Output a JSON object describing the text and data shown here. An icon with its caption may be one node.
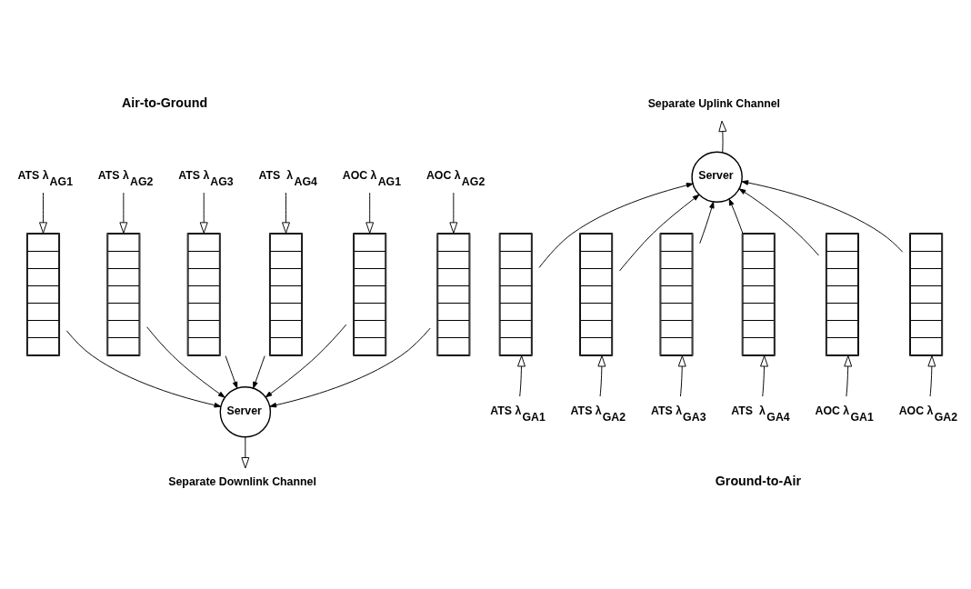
{
  "diagram": {
    "nodes": [
      {
        "text": [
          "ATS λ$_{AG1}$"
        ]
      },
      {
        "text": [
          "ATS λ$_{AG2}$"
        ]
      },
      {
        "text": [
          "ATS λ$_{AG3}$"
        ]
      },
      {
        "text": [
          "ATS  λ$_{AG4}$"
        ]
      },
      {
        "text": [
          "AOC λ$_{AG1}$"
        ]
      },
      {
        "text": [
          "AOC λ$_{AG2}$"
        ]
      },
      {
        "text": [],
        "shape": "box"
      },
      {
        "text": [],
        "shape": "box"
      },
      {
        "text": [],
        "shape": "box"
      },
      {
        "text": [],
        "shape": "box"
      },
      {
        "text": [],
        "shape": "box"
      },
      {
        "text": [],
        "shape": "box"
      },
      {
        "text": [
          "Server"
        ]
      },
      {
        "text": [
          "Separate Downlink Channel"
        ]
      },
      {
        "text": [
          "Separate Uplink Channel"
        ]
      },
      {
        "text": [
          "Server"
        ]
      },
      {
        "text": [],
        "shape": "box"
      },
      {
        "text": [],
        "shape": "box"
      },
      {
        "text": [],
        "shape": "box"
      },
      {
        "text": [],
        "shape": "box"
      },
      {
        "text": [],
        "shape": "box"
      },
      {
        "text": [],
        "shape": "box"
      },
      {
        "text": [
          "ATS λ$_{GA1}$"
        ]
      },
      {
        "text": [
          "ATS λ$_{GA2}$"
        ]
      },
      {
        "text": [
          "ATS λ$_{GA3}$"
        ]
      },
      {
        "text": [
          "ATS  λ$_{GA4}$"
        ]
      },
      {
        "text": [
          "AOC λ$_{GA1}$"
        ]
      },
      {
        "text": [
          "AOC λ$_{GA2}$"
        ]
      }
    ],
    "edges": [
      {
        "from": 0,
        "to": 6,
        "arrow": "to"
      },
      {
        "from": 1,
        "to": 7,
        "arrow": "to"
      },
      {
        "from": 2,
        "to": 8,
        "arrow": "to"
      },
      {
        "from": 3,
        "to": 9,
        "arrow": "to"
      },
      {
        "from": 4,
        "to": 10,
        "arrow": "to"
      },
      {
        "from": 5,
        "to": 11,
        "arrow": "to"
      },
      {
        "from": 6,
        "to": 12,
        "arrow": "to"
      },
      {
        "from": 7,
        "to": 12,
        "arrow": "to"
      },
      {
        "from": 8,
        "to": 12,
        "arrow": "to"
      },
      {
        "from": 9,
        "to": 12,
        "arrow": "to"
      },
      {
        "from": 10,
        "to": 12,
        "arrow": "to"
      },
      {
        "from": 11,
        "to": 12,
        "arrow": "to"
      },
      {
        "from": 12,
        "to": 13,
        "arrow": "to"
      },
      {
        "from": 15,
        "to": 14,
        "arrow": "to"
      },
      {
        "from": 16,
        "to": 15,
        "arrow": "to"
      },
      {
        "from": 17,
        "to": 15,
        "arrow": "to"
      },
      {
        "from": 18,
        "to": 15,
        "arrow": "to"
      },
      {
        "from": 19,
        "to": 15,
        "arrow": "to"
      },
      {
        "from": 20,
        "to": 15,
        "arrow": "to"
      },
      {
        "from": 21,
        "to": 15,
        "arrow": "to"
      },
      {
        "from": 22,
        "to": 16,
        "arrow": "to"
      },
      {
        "from": 23,
        "to": 17,
        "arrow": "to"
      },
      {
        "from": 24,
        "to": 18,
        "arrow": "to"
      },
      {
        "from": 25,
        "to": 19,
        "arrow": "to"
      },
      {
        "from": 26,
        "to": 20,
        "arrow": "to"
      },
      {
        "from": 27,
        "to": 21,
        "arrow": "to"
      }
    ],
    "labels": [
      "Air-to-Ground",
      "Ground-to-Air"
    ]
  }
}
